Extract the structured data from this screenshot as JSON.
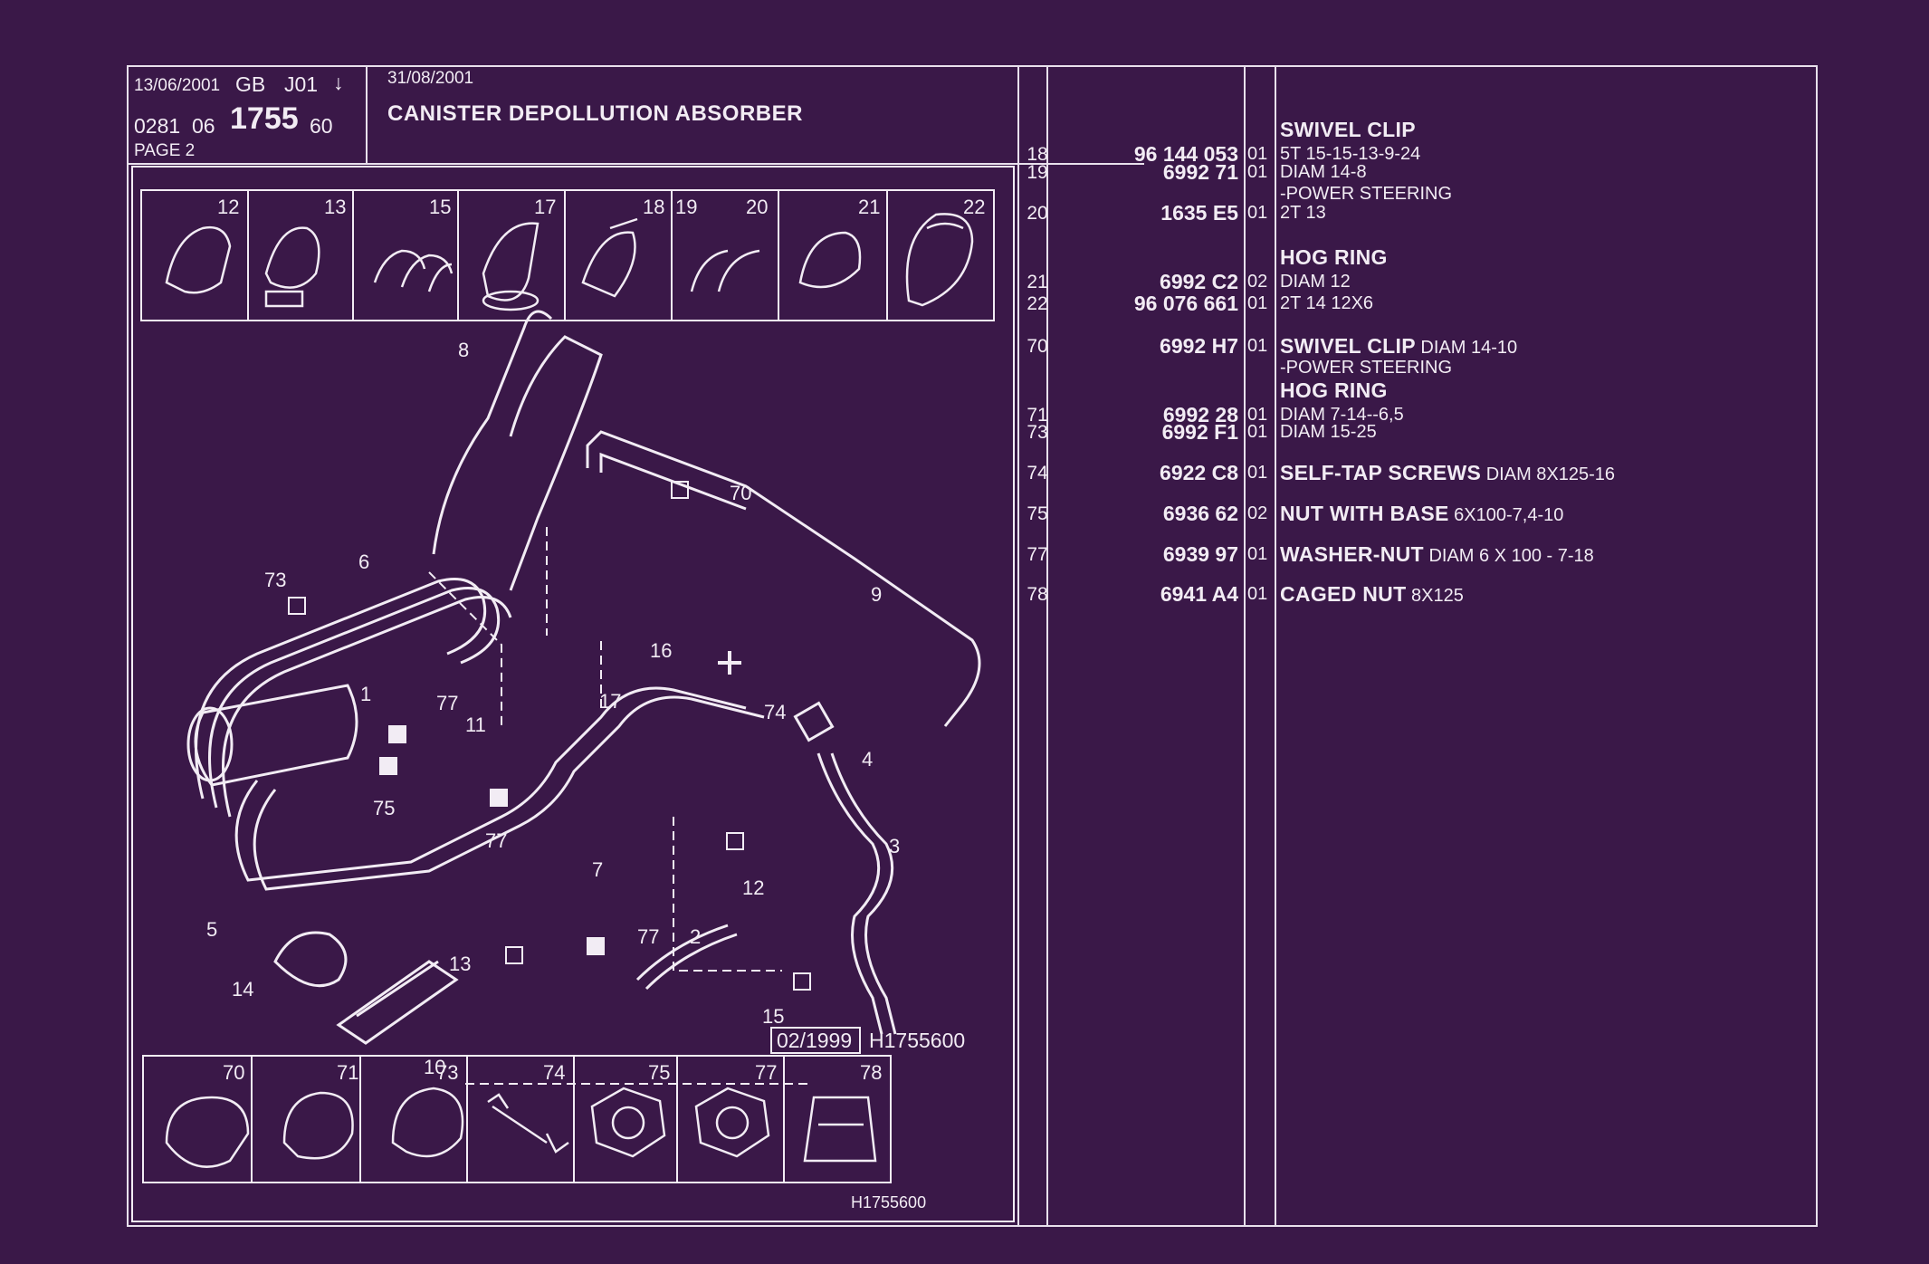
{
  "header": {
    "date1": "13/06/2001",
    "lang": "GB",
    "code": "J01",
    "arrow": "↓",
    "ref_a": "0281",
    "ref_b": "06",
    "ref_main": "1755",
    "ref_c": "60",
    "page": "PAGE 2",
    "date2": "31/08/2001",
    "title": "CANISTER DEPOLLUTION ABSORBER"
  },
  "thumbs_top": [
    "12",
    "13",
    "15",
    "17",
    "18",
    "19",
    "20",
    "21",
    "22"
  ],
  "thumbs_bottom": [
    "70",
    "71",
    "73",
    "74",
    "75",
    "77",
    "78"
  ],
  "callouts": {
    "c8": "8",
    "c70": "70",
    "c73": "73",
    "c6": "6",
    "c9": "9",
    "c16": "16",
    "c1": "1",
    "c77a": "77",
    "c11": "11",
    "c17": "17",
    "c74": "74",
    "c4": "4",
    "c75": "75",
    "c77b": "77",
    "c12": "12",
    "c3": "3",
    "c7": "7",
    "c5": "5",
    "c77c": "77",
    "c2": "2",
    "c13": "13",
    "c14": "14",
    "c15": "15",
    "c10": "10"
  },
  "diagram_date": "02/1999",
  "diagram_ref": "H1755600",
  "footer_ref": "H1755600",
  "parts": [
    {
      "ref": "18",
      "pn": "96 144 053",
      "qty": "01",
      "head": "SWIVEL CLIP",
      "name": "",
      "spec": "5T 15-15-13-9-24",
      "spec2": ""
    },
    {
      "ref": "19",
      "pn": "6992 71",
      "qty": "01",
      "head": "",
      "name": "",
      "spec": "DIAM 14-8",
      "spec2": "-POWER STEERING"
    },
    {
      "ref": "20",
      "pn": "1635 E5",
      "qty": "01",
      "head": "",
      "name": "",
      "spec": "2T 13",
      "spec2": ""
    },
    {
      "ref": "21",
      "pn": "6992 C2",
      "qty": "02",
      "head": "HOG RING",
      "name": "",
      "spec": "DIAM 12",
      "spec2": ""
    },
    {
      "ref": "22",
      "pn": "96 076 661",
      "qty": "01",
      "head": "",
      "name": "",
      "spec": "2T 14 12X6",
      "spec2": ""
    },
    {
      "ref": "70",
      "pn": "6992 H7",
      "qty": "01",
      "head": "",
      "name": "SWIVEL CLIP",
      "spec": "DIAM 14-10",
      "spec2": "-POWER STEERING"
    },
    {
      "ref": "71",
      "pn": "6992 28",
      "qty": "01",
      "head": "HOG RING",
      "name": "",
      "spec": "DIAM 7-14--6,5",
      "spec2": ""
    },
    {
      "ref": "73",
      "pn": "6992 F1",
      "qty": "01",
      "head": "",
      "name": "",
      "spec": "DIAM 15-25",
      "spec2": ""
    },
    {
      "ref": "74",
      "pn": "6922 C8",
      "qty": "01",
      "head": "",
      "name": "SELF-TAP SCREWS",
      "spec": "DIAM 8X125-16",
      "spec2": ""
    },
    {
      "ref": "75",
      "pn": "6936 62",
      "qty": "02",
      "head": "",
      "name": "NUT WITH BASE",
      "spec": "6X100-7,4-10",
      "spec2": ""
    },
    {
      "ref": "77",
      "pn": "6939 97",
      "qty": "01",
      "head": "",
      "name": "WASHER-NUT",
      "spec": "DIAM 6 X 100 - 7-18",
      "spec2": ""
    },
    {
      "ref": "78",
      "pn": "6941 A4",
      "qty": "01",
      "head": "",
      "name": "CAGED NUT",
      "spec": "8X125",
      "spec2": ""
    }
  ]
}
